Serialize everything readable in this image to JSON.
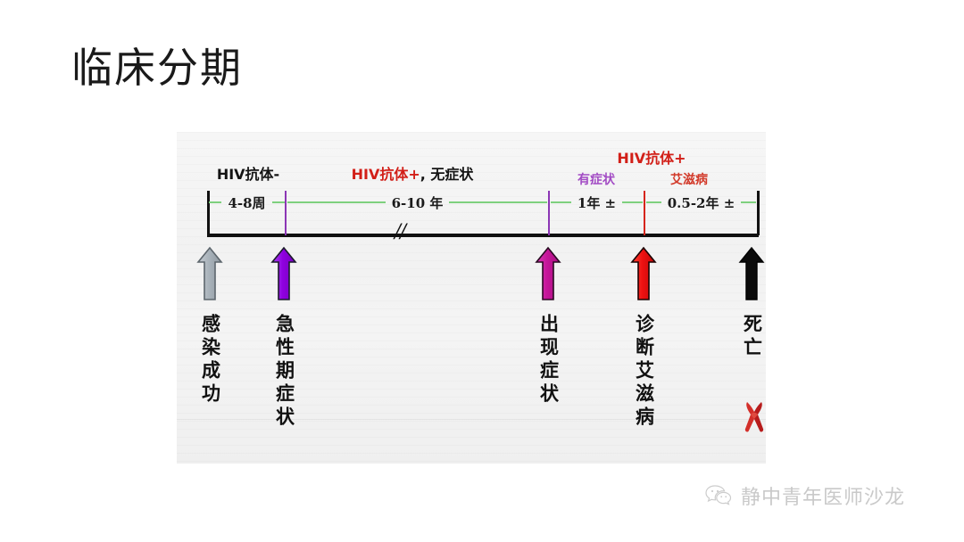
{
  "slide": {
    "title": "临床分期"
  },
  "diagram": {
    "phase_headers": [
      {
        "id": "hiv-negative",
        "text": "HIV抗体-",
        "color": "#141414"
      },
      {
        "id": "hiv-positive-asymptomatic-red",
        "text": "HIV抗体+",
        "color": "#d21f18"
      },
      {
        "id": "hiv-positive-asymptomatic-rest",
        "text": ", 无症状",
        "color": "#141414"
      },
      {
        "id": "hiv-positive-symptomatic",
        "text": "HIV抗体+",
        "color": "#d21f18"
      },
      {
        "id": "symptomatic",
        "text": "有症状",
        "color": "#a24bc4"
      },
      {
        "id": "aids",
        "text": "艾滋病",
        "color": "#d23a2a"
      }
    ],
    "durations": [
      {
        "id": "window-period",
        "text": "4-8周"
      },
      {
        "id": "latency-period",
        "text": "6-10 年"
      },
      {
        "id": "symptomatic-period",
        "text": "1年 ±"
      },
      {
        "id": "aids-period",
        "text": "0.5-2年 ±"
      }
    ],
    "break_mark": "//",
    "events": [
      {
        "id": "infection-success",
        "label": "感染成功",
        "arrow_color": "#9aa4ae"
      },
      {
        "id": "acute-phase-symptoms",
        "label": "急性期症状",
        "arrow_color": "#8f00e0"
      },
      {
        "id": "symptoms-appear",
        "label": "出现症状",
        "arrow_color": "#c6169a"
      },
      {
        "id": "aids-diagnosis",
        "label": "诊断艾滋病",
        "arrow_color": "#ee1111"
      },
      {
        "id": "death",
        "label": "死亡",
        "arrow_color": "#0b0b0b"
      }
    ],
    "colors": {
      "baseline": "#111111",
      "dash_green": "#7ed07e",
      "tick_violet": "#8c36b5",
      "tick_red": "#d6251c",
      "ribbon_red": "#d32f2a"
    }
  },
  "watermark": {
    "text": "静中青年医师沙龙",
    "icon": "wechat-icon"
  }
}
